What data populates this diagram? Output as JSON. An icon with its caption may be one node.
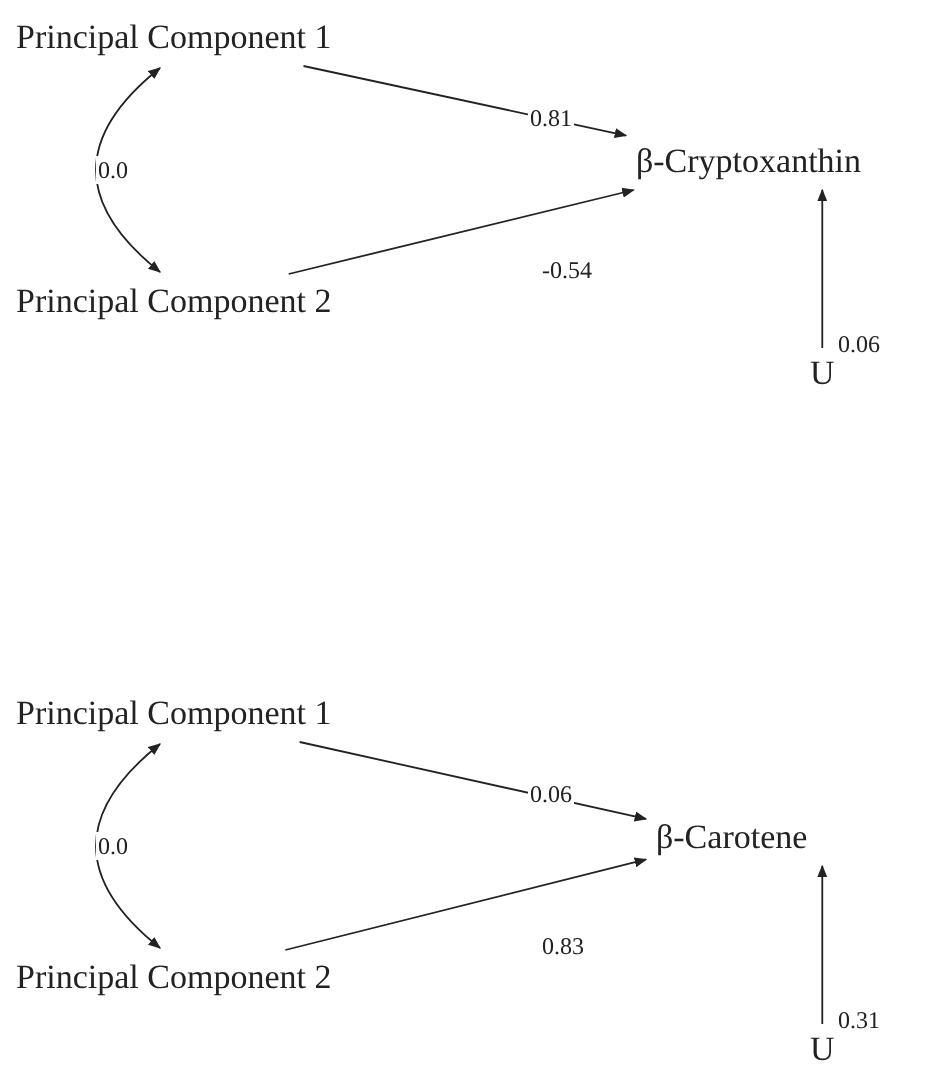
{
  "diagram": {
    "nodes": [
      {
        "text": [
          "Principal Component 1"
        ]
      },
      {
        "text": [
          "Principal Component 2"
        ]
      },
      {
        "text": [
          "β-Cryptoxanthin"
        ]
      },
      {
        "text": [
          "U"
        ]
      },
      {
        "text": [
          "Principal Component 1"
        ]
      },
      {
        "text": [
          "Principal Component 2"
        ]
      },
      {
        "text": [
          "β-Carotene"
        ]
      },
      {
        "text": [
          "U"
        ]
      }
    ],
    "edges": [
      {
        "from": 0,
        "to": 1,
        "arrow": "both",
        "label": "0.0"
      },
      {
        "from": 0,
        "to": 2,
        "arrow": "to",
        "label": "0.81"
      },
      {
        "from": 1,
        "to": 2,
        "arrow": "to",
        "label": "-0.54"
      },
      {
        "from": 3,
        "to": 2,
        "arrow": "to",
        "label": "0.06"
      },
      {
        "from": 4,
        "to": 5,
        "arrow": "both",
        "label": "0.0"
      },
      {
        "from": 4,
        "to": 6,
        "arrow": "to",
        "label": "0.06"
      },
      {
        "from": 5,
        "to": 6,
        "arrow": "to",
        "label": "0.83"
      },
      {
        "from": 7,
        "to": 6,
        "arrow": "to",
        "label": "0.31"
      }
    ]
  }
}
